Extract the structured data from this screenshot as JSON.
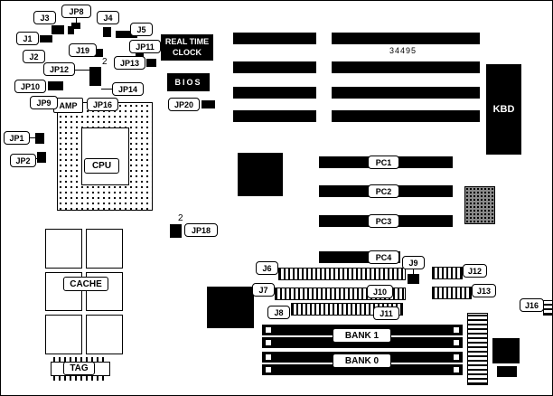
{
  "board": {
    "part_number": "34495",
    "colors": {
      "silkscreen": "#000000",
      "background": "#ffffff"
    }
  },
  "components": {
    "rtc_line1": "REAL TIME",
    "rtc_line2": "CLOCK",
    "bios": "BIOS",
    "kbd": "KBD",
    "cpu": "CPU",
    "cache": "CACHE",
    "tag": "TAG",
    "amp": "AMP",
    "bank1": "BANK 1",
    "bank0": "BANK 0"
  },
  "slots": {
    "pc1": "PC1",
    "pc2": "PC2",
    "pc3": "PC3",
    "pc4": "PC4"
  },
  "pins": {
    "jp12_pin": "2",
    "jp18_pin": "2"
  },
  "jumpers": {
    "j1": "J1",
    "j2": "J2",
    "j3": "J3",
    "j4": "J4",
    "j5": "J5",
    "j6": "J6",
    "j7": "J7",
    "j8": "J8",
    "j9": "J9",
    "j10": "J10",
    "j11": "J11",
    "j12": "J12",
    "j13": "J13",
    "j16": "J16",
    "j19": "J19",
    "jp1": "JP1",
    "jp2": "JP2",
    "jp8": "JP8",
    "jp9": "JP9",
    "jp10": "JP10",
    "jp11": "JP11",
    "jp12": "JP12",
    "jp13": "JP13",
    "jp14": "JP14",
    "jp16": "JP16",
    "jp18": "JP18",
    "jp20": "JP20"
  }
}
